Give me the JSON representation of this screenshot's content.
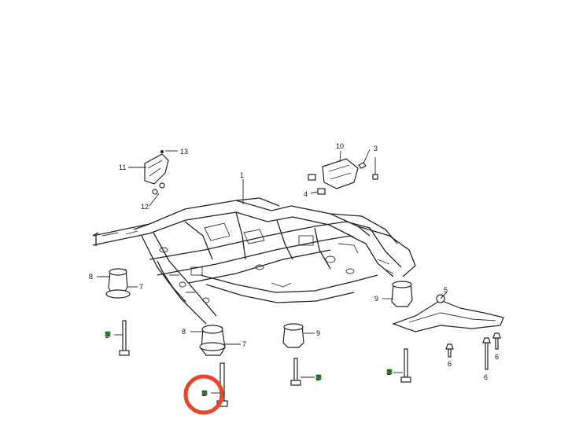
{
  "callouts": {
    "c1": "1",
    "c2a": "2",
    "c2b": "2",
    "c2c": "2",
    "c2d": "2",
    "c3": "3",
    "c4": "4",
    "c5": "5",
    "c6a": "6",
    "c6b": "6",
    "c6c": "6",
    "c7a": "7",
    "c7b": "7",
    "c8a": "8",
    "c8b": "8",
    "c9a": "9",
    "c9b": "9",
    "c10": "10",
    "c11": "11",
    "c12": "12",
    "c13": "13"
  },
  "colors": {
    "highlight_ring": "#e8452a",
    "marker_green": "#3a9a3a",
    "linework": "#222222"
  },
  "highlight": {
    "target": "2"
  }
}
